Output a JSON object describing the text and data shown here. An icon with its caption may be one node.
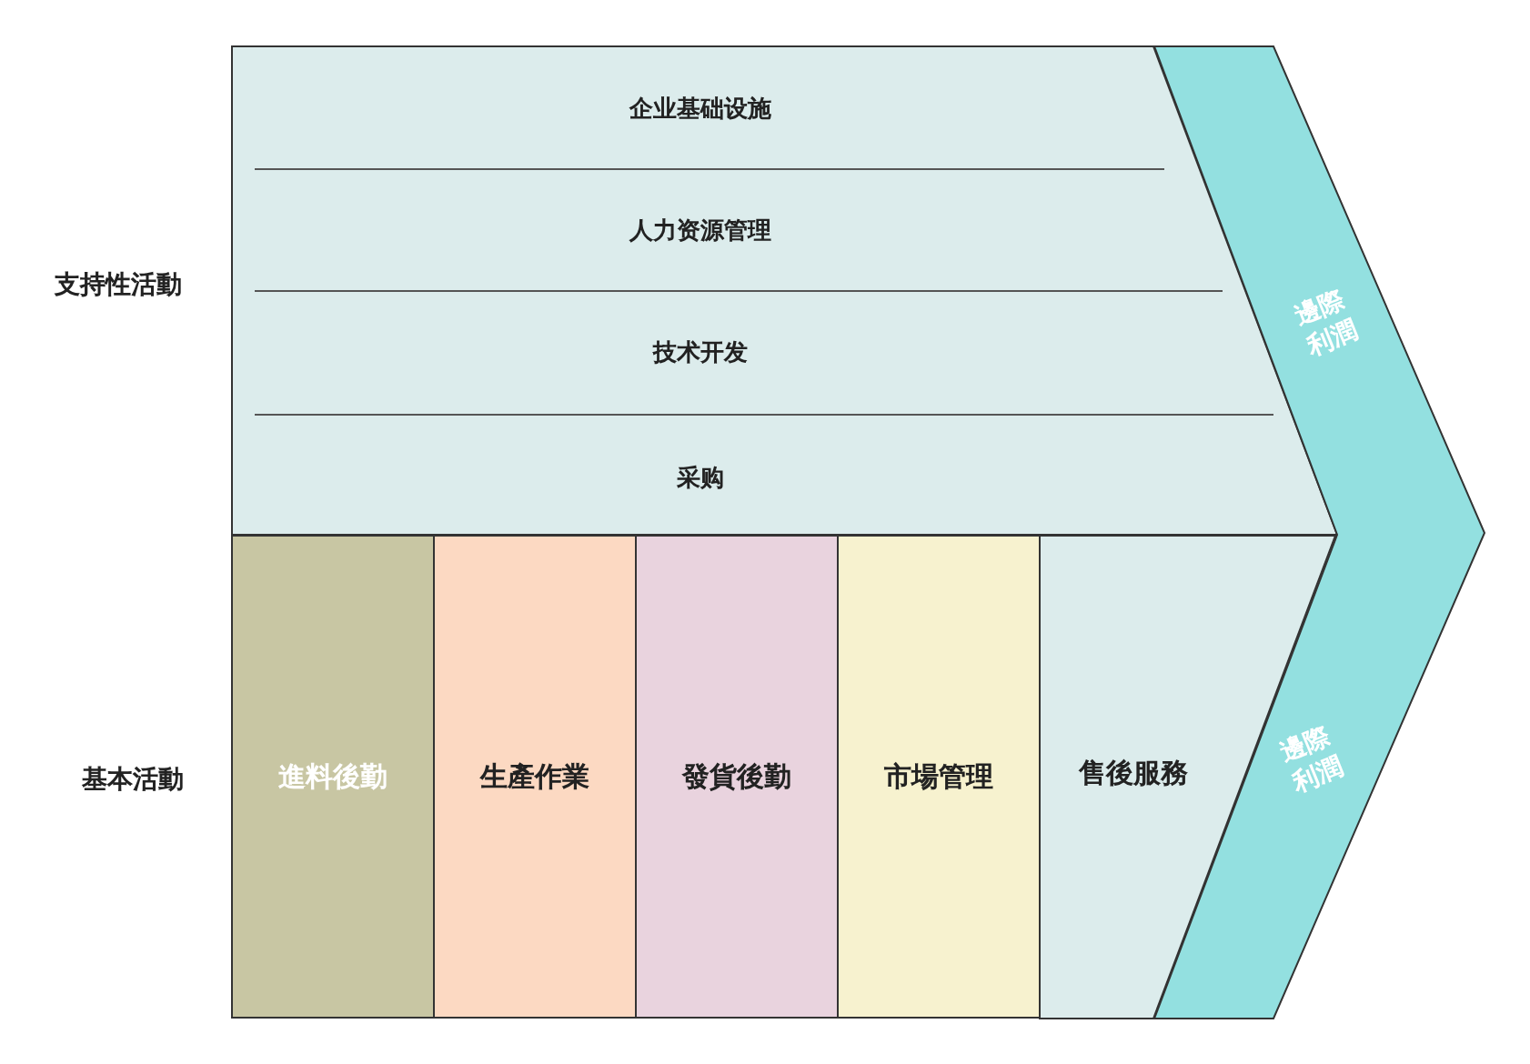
{
  "diagram": {
    "nodes": [
      {
        "text": [],
        "shape": "chevron"
      },
      {
        "text": [
          "企业基础设施"
        ],
        "in": 0
      },
      {
        "text": [
          "人力资源管理"
        ],
        "in": 0
      },
      {
        "text": [
          "技术开发"
        ],
        "in": 0
      },
      {
        "text": [
          "采购"
        ],
        "in": 0
      },
      {
        "text": [
          "進料後勤"
        ]
      },
      {
        "text": [
          "生產作業"
        ]
      },
      {
        "text": [
          "發貨後勤"
        ]
      },
      {
        "text": [
          "市場管理"
        ]
      },
      {
        "text": [
          "售後服務"
        ]
      },
      {
        "text": [
          "邊際利潤",
          "邊際利潤"
        ]
      }
    ],
    "edges": [],
    "labels": [
      "支持性活動",
      "基本活動"
    ]
  }
}
